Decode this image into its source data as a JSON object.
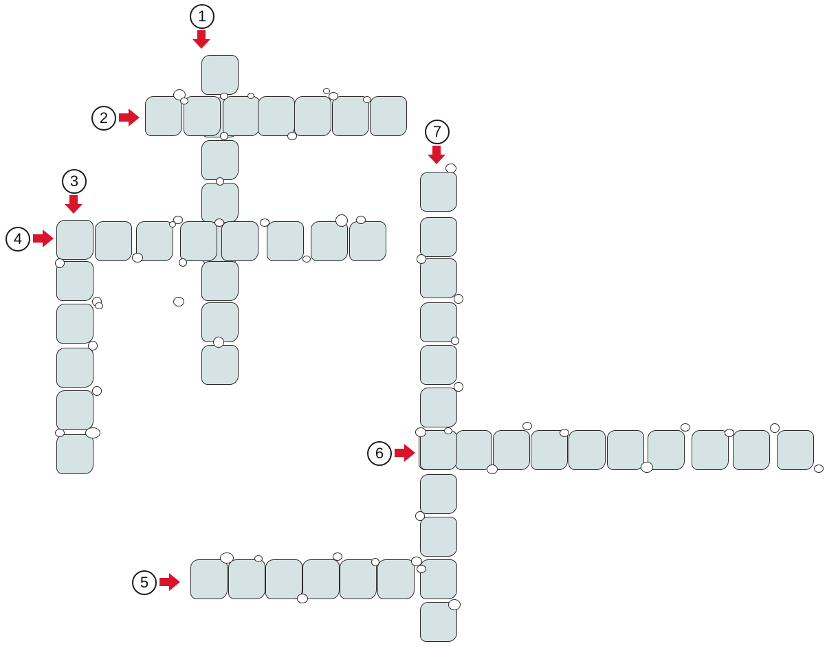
{
  "title": "",
  "accent_arrow_color": "#d9152b",
  "cell_fill_color": "#d6e3e5",
  "clue_numbers": [
    "1",
    "2",
    "3",
    "4",
    "5",
    "6",
    "7"
  ],
  "entries": [
    {
      "number": "1",
      "direction": "down",
      "length": 8,
      "answer": ""
    },
    {
      "number": "2",
      "direction": "across",
      "length": 7,
      "answer": ""
    },
    {
      "number": "3",
      "direction": "down",
      "length": 6,
      "answer": ""
    },
    {
      "number": "4",
      "direction": "across",
      "length": 8,
      "answer": ""
    },
    {
      "number": "5",
      "direction": "across",
      "length": 6,
      "answer": ""
    },
    {
      "number": "6",
      "direction": "across",
      "length": 10,
      "answer": ""
    },
    {
      "number": "7",
      "direction": "down",
      "length": 11,
      "answer": ""
    }
  ]
}
